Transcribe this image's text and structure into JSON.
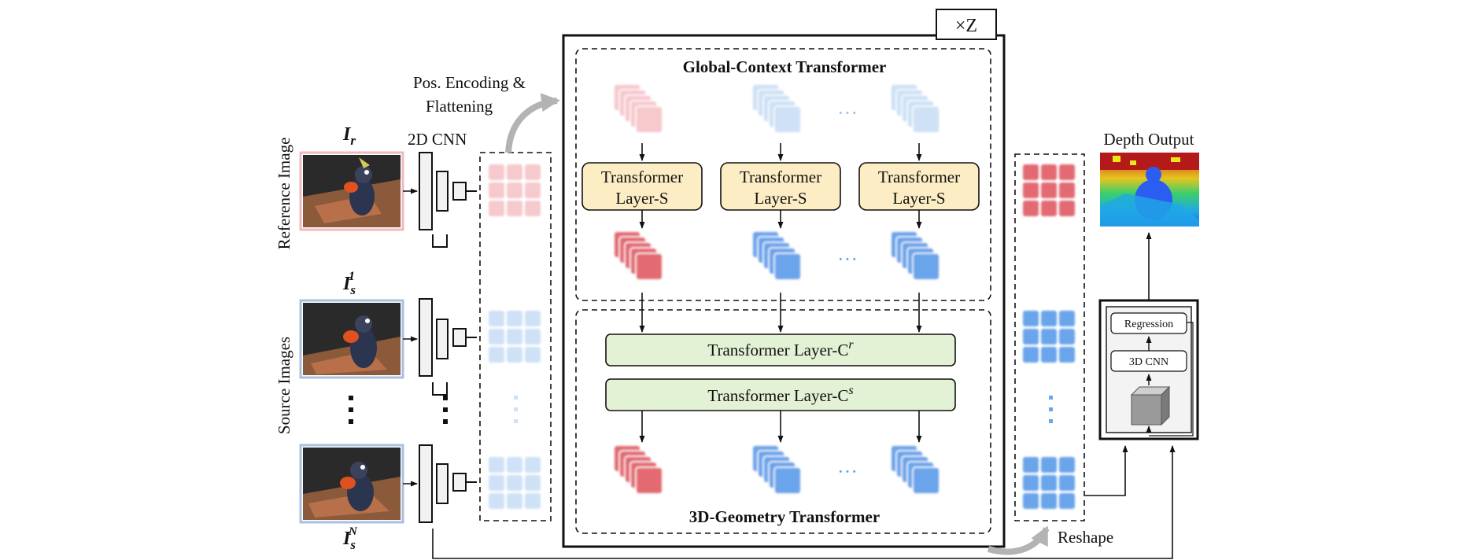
{
  "labels": {
    "reference_image": "Reference Image",
    "source_images": "Source Images",
    "ir_main": "I",
    "ir_sub": "r",
    "is1_main": "I",
    "is1_sub": "s",
    "is1_sup": "1",
    "isn_main": "I",
    "isn_sub": "s",
    "isn_sup": "N",
    "cnn_2d": "2D CNN",
    "pos_line1": "Pos. Encoding &",
    "pos_line2": "Flattening",
    "repeat": "×Z",
    "global_title": "Global-Context Transformer",
    "geometry_title": "3D-Geometry Transformer",
    "layer_s_line1": "Transformer",
    "layer_s_line2": "Layer-S",
    "layer_c_base": "Transformer Layer-C",
    "layer_cr_sup": "r",
    "layer_cs_sup": "s",
    "ellipsis": "···",
    "reshape": "Reshape",
    "depth_output": "Depth Output",
    "regression": "Regression",
    "cnn_3d": "3D CNN"
  },
  "colors": {
    "red_light": "#f6c9cd",
    "red": "#e36a72",
    "blue_light": "#cfe1f6",
    "blue": "#6aa4ea",
    "layer_s_fill": "#fcedc4",
    "layer_c_fill": "#e3f1d5",
    "gray_arrow": "#b3b3b3"
  }
}
